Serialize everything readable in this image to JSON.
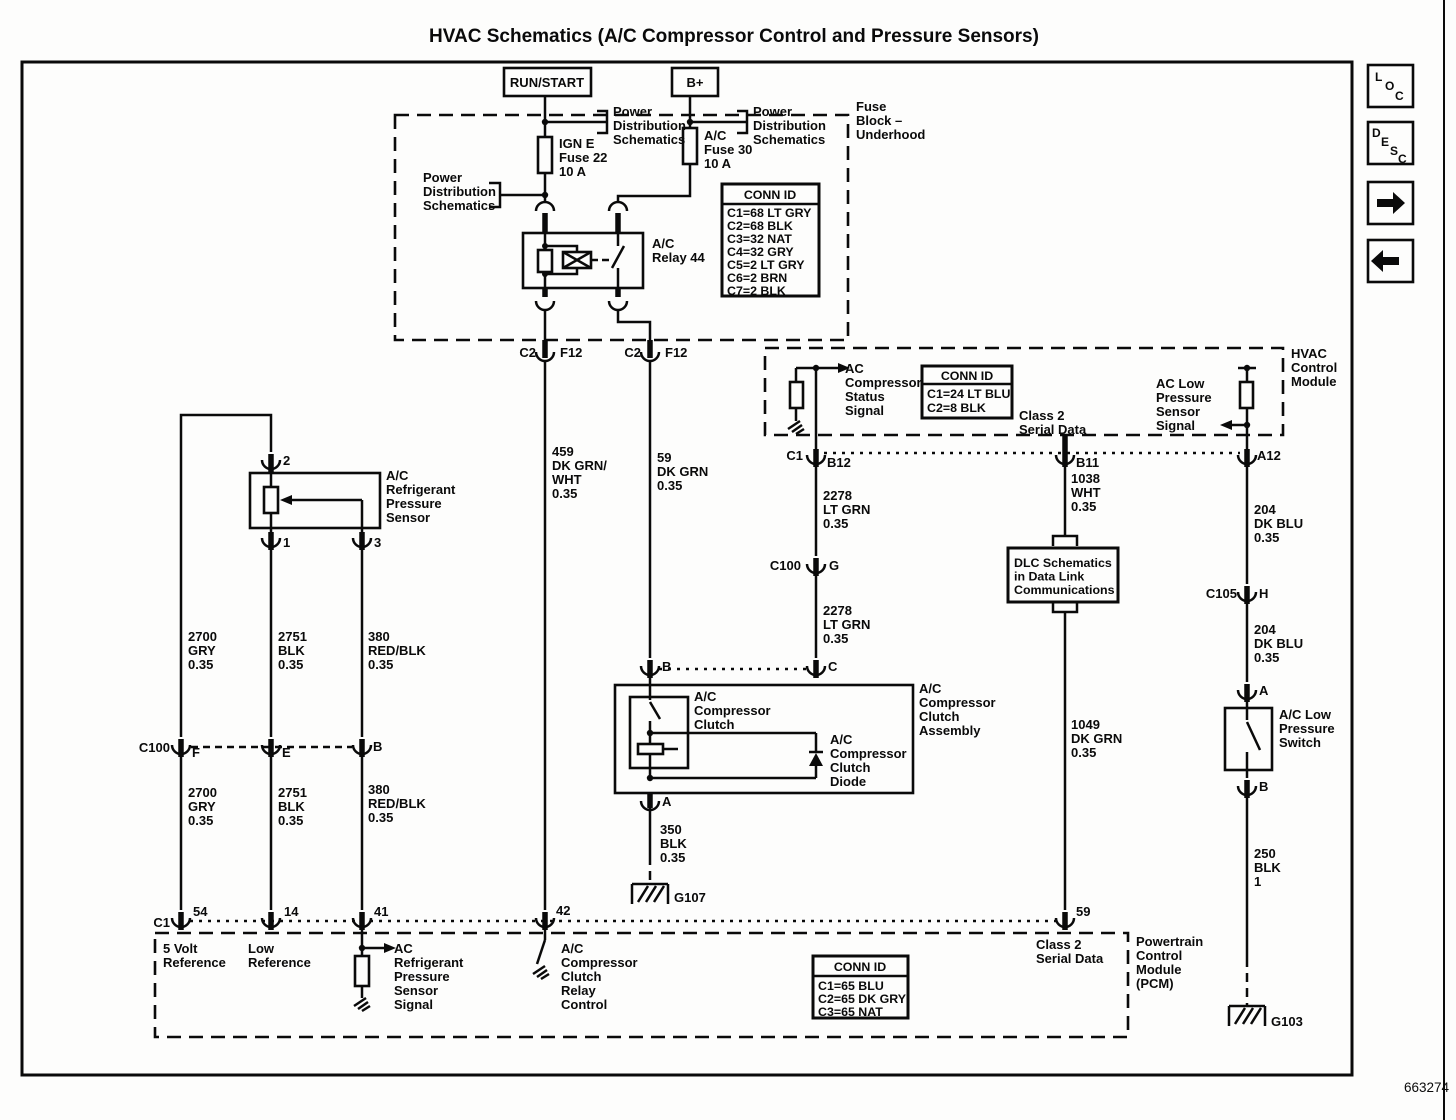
{
  "title": "HVAC Schematics (A/C Compressor Control and Pressure Sensors)",
  "page_number": "663274",
  "nav": {
    "loc": [
      "L",
      "O",
      "C"
    ],
    "desc": [
      "D",
      "E",
      "S",
      "C"
    ],
    "forward_icon": "right-arrow",
    "back_icon": "left-arrow"
  },
  "power_feeds": {
    "run_start": "RUN/START",
    "b_plus": "B+"
  },
  "fuse_block": {
    "name": "Fuse\nBlock –\nUnderhood",
    "power_dist_ref_1": "Power\nDistribution\nSchematics",
    "power_dist_ref_2": "Power\nDistribution\nSchematics",
    "power_dist_ref_3": "Power\nDistribution\nSchematics",
    "ign_fuse": "IGN E\nFuse 22\n10 A",
    "ac_fuse": "A/C\nFuse 30\n10 A",
    "relay": "A/C\nRelay 44",
    "conn_id": {
      "title": "CONN ID",
      "rows": [
        "C1=68 LT GRY",
        "C2=68 BLK",
        "C3=32 NAT",
        "C4=32 GRY",
        "C5=2 LT GRY",
        "C6=2 BRN",
        "C7=2 BLK"
      ]
    }
  },
  "connectors": {
    "left_f12": {
      "c": "C2",
      "pin": "F12"
    },
    "right_f12": {
      "c": "C2",
      "pin": "F12"
    },
    "b12": {
      "c": "C1",
      "pin": "B12"
    },
    "b11": "B11",
    "a12": "A12",
    "c100_g": {
      "c": "C100",
      "pin": "G"
    },
    "c100_row": {
      "c": "C100",
      "f": "F",
      "e": "E",
      "b": "B"
    },
    "c105": {
      "c": "C105",
      "pin": "H"
    },
    "clutch_b": "B",
    "clutch_c": "C",
    "clutch_a": "A",
    "switch_a": "A",
    "switch_b": "B",
    "sensor_2": "2",
    "sensor_1": "1",
    "sensor_3": "3",
    "pcm_row": {
      "c": "C1",
      "p54": "54",
      "p14": "14",
      "p41": "41",
      "p42": "42",
      "p59": "59"
    }
  },
  "wires": {
    "w459": "459\nDK GRN/\nWHT\n0.35",
    "w59": "59\nDK GRN\n0.35",
    "w2278_upper": "2278\nLT GRN\n0.35",
    "w2278_lower": "2278\nLT GRN\n0.35",
    "w1038": "1038\nWHT\n0.35",
    "w1049": "1049\nDK GRN\n0.35",
    "w204_upper": "204\nDK BLU\n0.35",
    "w204_lower": "204\nDK BLU\n0.35",
    "w2700_upper": "2700\nGRY\n0.35",
    "w2700_lower": "2700\nGRY\n0.35",
    "w2751_upper": "2751\nBLK\n0.35",
    "w2751_lower": "2751\nBLK\n0.35",
    "w380_upper": "380\nRED/BLK\n0.35",
    "w380_lower": "380\nRED/BLK\n0.35",
    "w350": "350\nBLK\n0.35",
    "w250": "250\nBLK\n1"
  },
  "hvac_module": {
    "name": "HVAC\nControl\nModule",
    "status_signal": "AC\nCompressor\nStatus\nSignal",
    "low_pressure_signal": "AC Low\nPressure\nSensor\nSignal",
    "class2": "Class 2\nSerial Data",
    "conn_id": {
      "title": "CONN ID",
      "rows": [
        "C1=24 LT BLU",
        "C2=8 BLK"
      ]
    }
  },
  "pressure_sensor": {
    "name": "A/C\nRefrigerant\nPressure\nSensor"
  },
  "clutch_assembly": {
    "clutch": "A/C\nCompressor\nClutch",
    "diode": "A/C\nCompressor\nClutch\nDiode",
    "name": "A/C\nCompressor\nClutch\nAssembly"
  },
  "dlc": {
    "name": "DLC Schematics\nin Data Link\nCommunications"
  },
  "low_pressure_switch": {
    "name": "A/C Low\nPressure\nSwitch"
  },
  "pcm": {
    "name": "Powertrain\nControl\nModule\n(PCM)",
    "five_volt_ref": "5 Volt\nReference",
    "low_ref": "Low\nReference",
    "pressure_signal": "AC\nRefrigerant\nPressure\nSensor\nSignal",
    "relay_control": "A/C\nCompressor\nClutch\nRelay\nControl",
    "class2": "Class 2\nSerial Data",
    "conn_id": {
      "title": "CONN ID",
      "rows": [
        "C1=65 BLU",
        "C2=65 DK GRY",
        "C3=65 NAT"
      ]
    }
  },
  "grounds": {
    "g107": "G107",
    "g103": "G103"
  },
  "colors": {
    "line": "#0a0a0a",
    "background": "#ffffff"
  }
}
